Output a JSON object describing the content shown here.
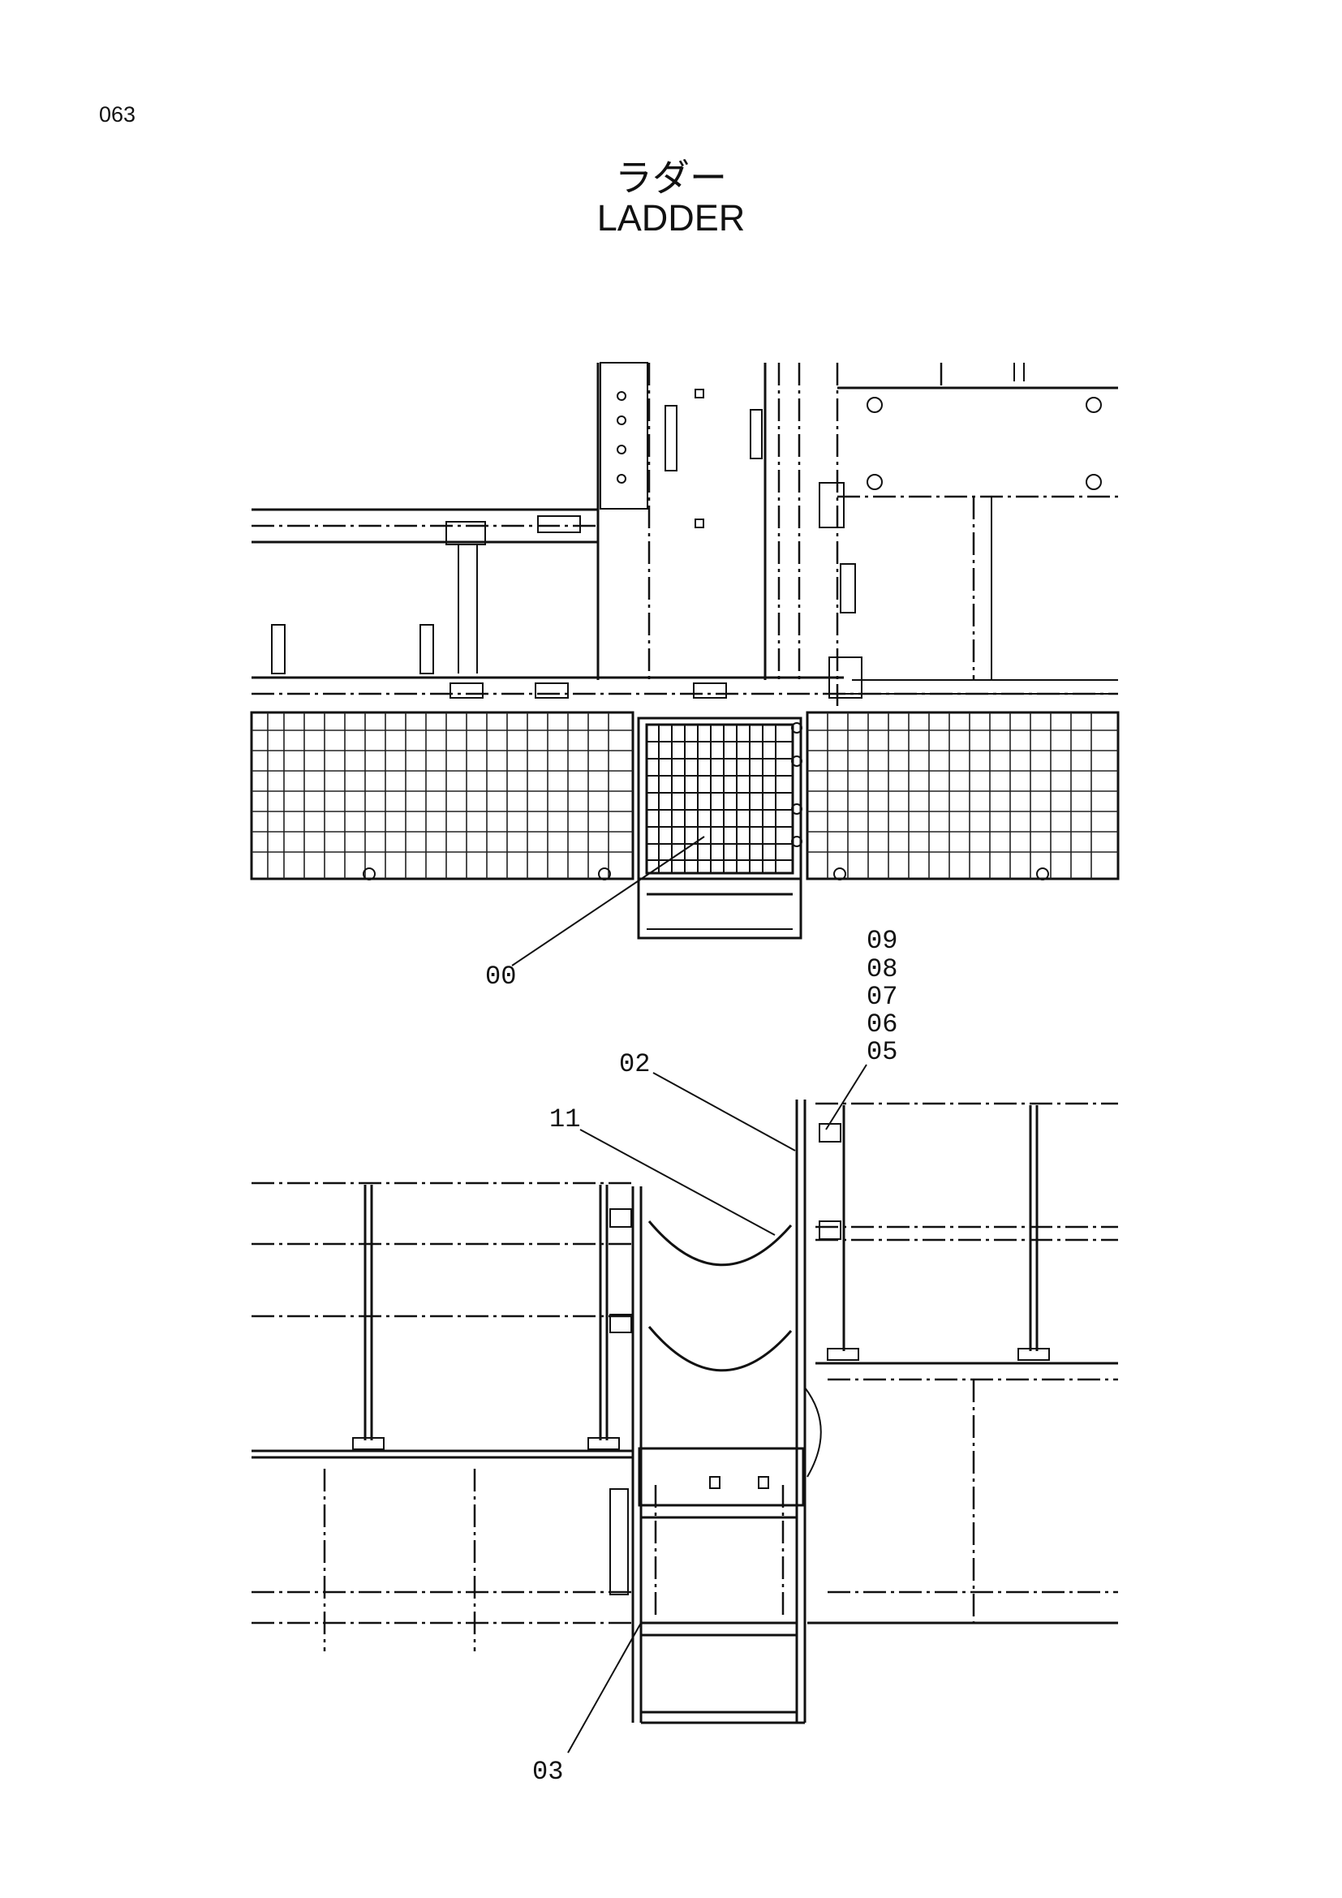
{
  "page_number": "063",
  "title_jp": "ラダー",
  "title_en": "LADDER",
  "callouts": {
    "c00": "00",
    "c02": "02",
    "c03": "03",
    "c05": "05",
    "c06": "06",
    "c07": "07",
    "c08": "08",
    "c09": "09",
    "c11": "11"
  }
}
